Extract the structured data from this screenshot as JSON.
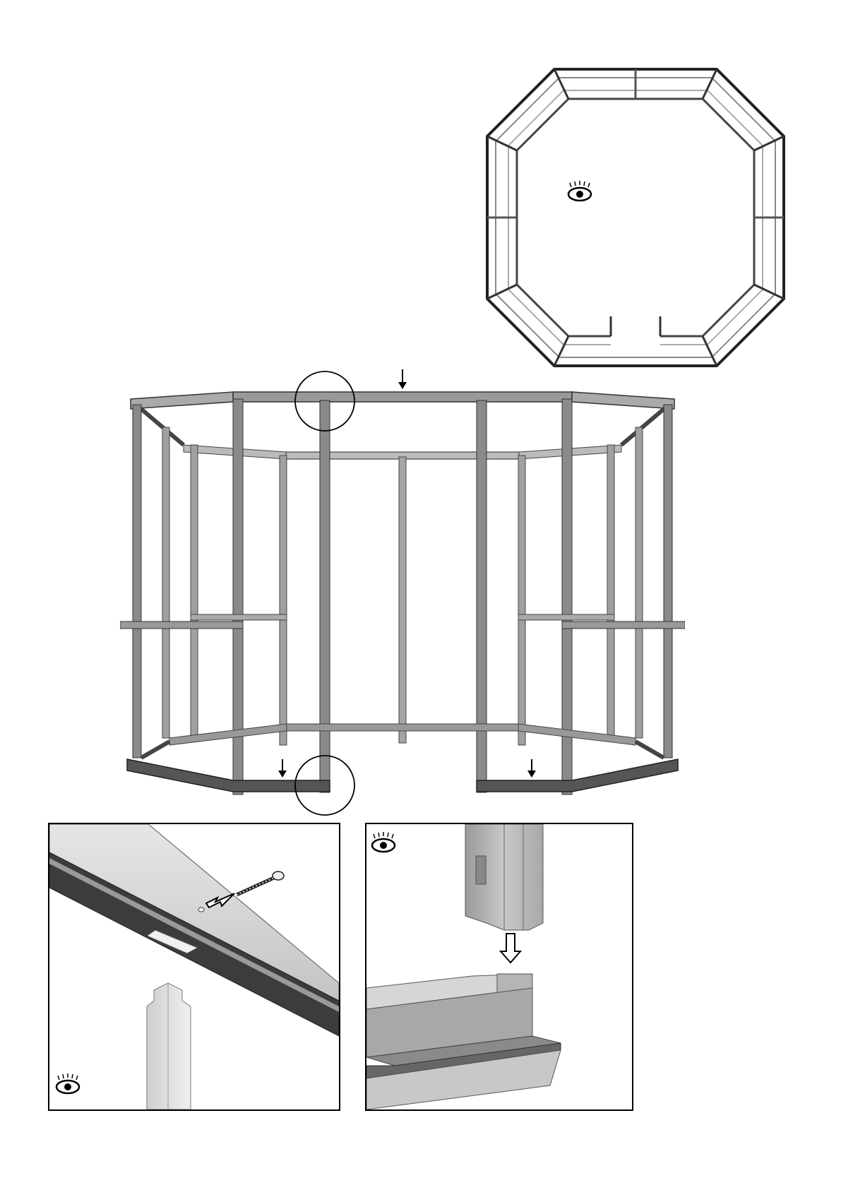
{
  "page": {
    "background": "#ffffff"
  },
  "colors": {
    "frame": "#8c8c8c",
    "frame_dark": "#5a5a5a",
    "line": "#000000",
    "light": "#d8d8d8",
    "mid": "#b8b8b8"
  },
  "top_view": {
    "eye_icon": "view-eye-icon"
  },
  "front_view": {
    "arrow_count": 3,
    "circle_count": 2
  },
  "detail_left": {
    "eye_icon": "view-eye-icon",
    "items": [
      "top-rail",
      "screw",
      "vertical-post"
    ]
  },
  "detail_right": {
    "eye_icon": "view-eye-icon",
    "items": [
      "vertical-post",
      "base-rail"
    ]
  }
}
